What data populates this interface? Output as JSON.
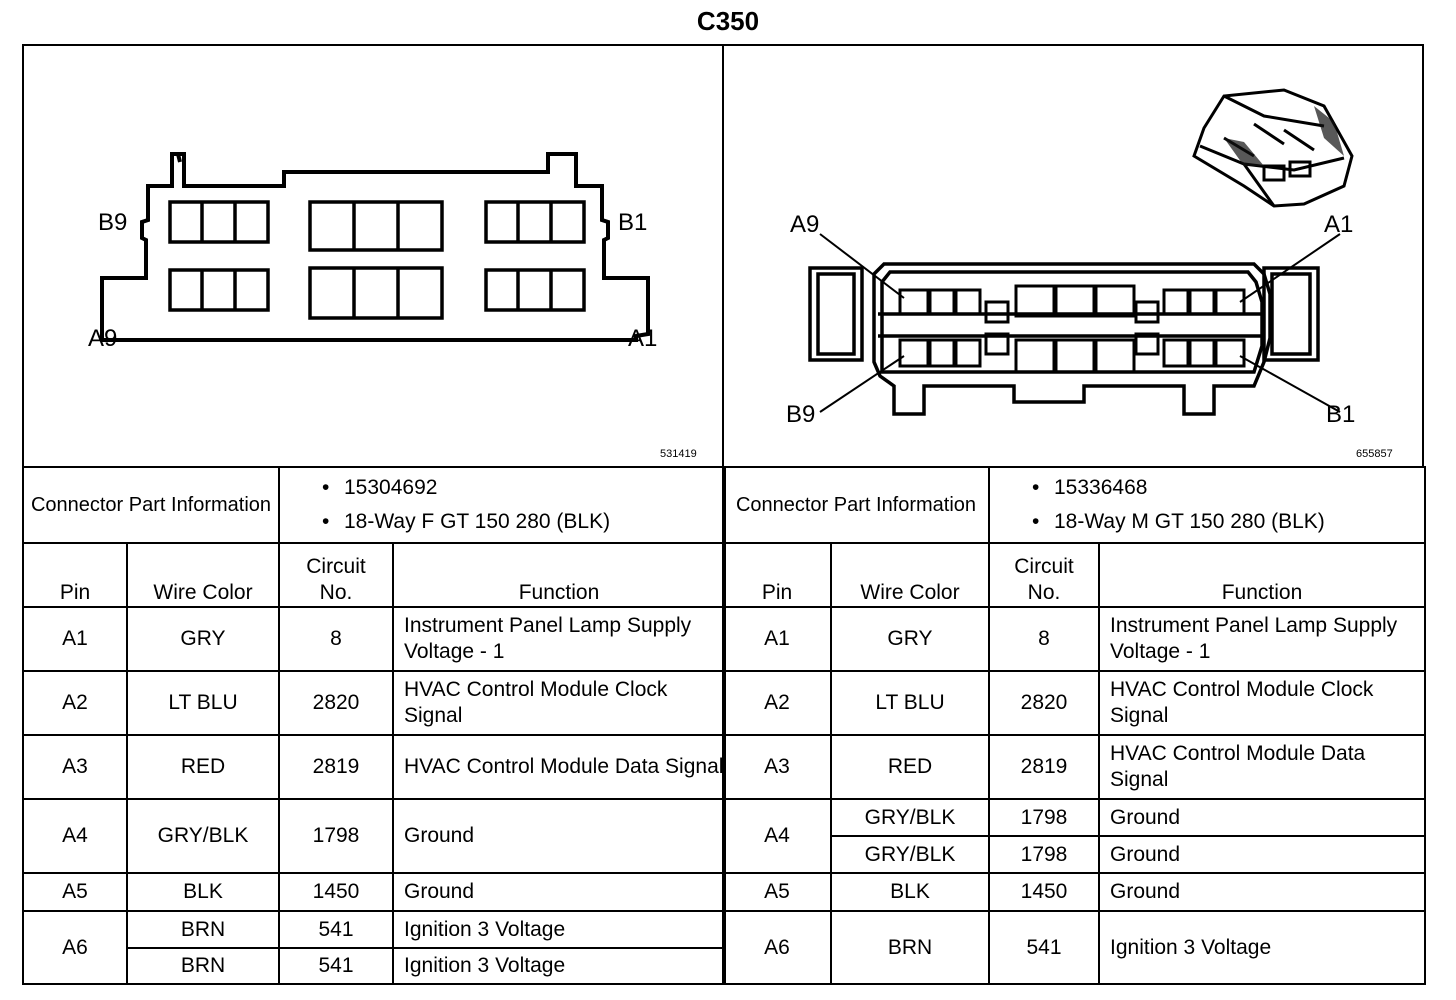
{
  "connector": "C350",
  "left": {
    "drawing_number": "531419",
    "pins": {
      "top_left": "B9",
      "top_right": "B1",
      "bottom_left": "A9",
      "bottom_right": "A1"
    },
    "info_label": "Connector Part Information",
    "part_number": "15304692",
    "description": "18-Way F GT 150 280 (BLK)",
    "headers": {
      "pin": "Pin",
      "wire_color": "Wire Color",
      "circuit_no": "Circuit No.",
      "function": "Function"
    },
    "rows": [
      {
        "pin": "A1",
        "wire": "GRY",
        "circuit": "8",
        "function": "Instrument Panel Lamp Supply Voltage - 1"
      },
      {
        "pin": "A2",
        "wire": "LT BLU",
        "circuit": "2820",
        "function": "HVAC Control Module Clock Signal"
      },
      {
        "pin": "A3",
        "wire": "RED",
        "circuit": "2819",
        "function": "HVAC Control Module Data Signal"
      },
      {
        "pin": "A4",
        "wire": "GRY/BLK",
        "circuit": "1798",
        "function": "Ground"
      },
      {
        "pin": "A5",
        "wire": "BLK",
        "circuit": "1450",
        "function": "Ground"
      },
      {
        "pin": "A6",
        "wire": "BRN",
        "circuit": "541",
        "function": "Ignition 3 Voltage"
      },
      {
        "pin": "",
        "wire": "BRN",
        "circuit": "541",
        "function": "Ignition 3 Voltage"
      }
    ]
  },
  "right": {
    "drawing_number": "655857",
    "pins": {
      "top_left": "A9",
      "top_right": "A1",
      "bottom_left": "B9",
      "bottom_right": "B1"
    },
    "info_label": "Connector Part Information",
    "part_number": "15336468",
    "description": "18-Way M GT 150 280 (BLK)",
    "headers": {
      "pin": "Pin",
      "wire_color": "Wire Color",
      "circuit_no": "Circuit No.",
      "function": "Function"
    },
    "rows": [
      {
        "pin": "A1",
        "wire": "GRY",
        "circuit": "8",
        "function": "Instrument Panel Lamp Supply Voltage - 1"
      },
      {
        "pin": "A2",
        "wire": "LT BLU",
        "circuit": "2820",
        "function": "HVAC Control Module Clock Signal"
      },
      {
        "pin": "A3",
        "wire": "RED",
        "circuit": "2819",
        "function": "HVAC Control Module Data Signal"
      },
      {
        "pin": "A4",
        "wire": "GRY/BLK",
        "circuit": "1798",
        "function": "Ground"
      },
      {
        "pin": "",
        "wire": "GRY/BLK",
        "circuit": "1798",
        "function": "Ground"
      },
      {
        "pin": "A5",
        "wire": "BLK",
        "circuit": "1450",
        "function": "Ground"
      },
      {
        "pin": "A6",
        "wire": "BRN",
        "circuit": "541",
        "function": "Ignition 3 Voltage"
      }
    ]
  },
  "bullet": "•"
}
